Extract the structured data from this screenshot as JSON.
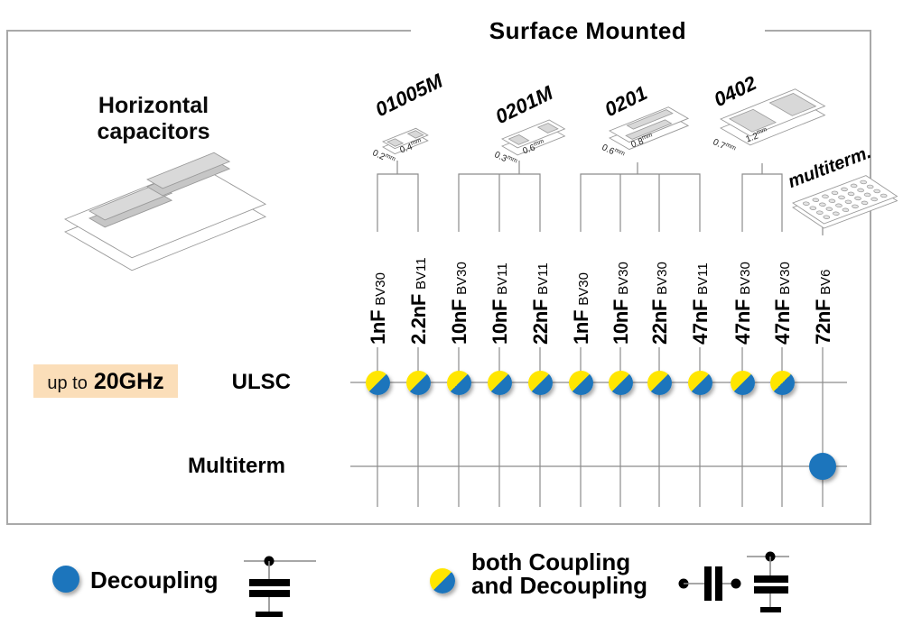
{
  "title": "Surface Mounted",
  "left_panel": {
    "heading_line1": "Horizontal",
    "heading_line2": "capacitors",
    "badge": {
      "prefix": "up to",
      "value": "20GHz"
    },
    "row_ulsc": "ULSC",
    "row_multiterm": "Multiterm"
  },
  "packages": [
    {
      "name": "01005M",
      "dim_a": "0.2",
      "dim_b": "0.4",
      "unit": "mm"
    },
    {
      "name": "0201M",
      "dim_a": "0.3",
      "dim_b": "0.6",
      "unit": "mm"
    },
    {
      "name": "0201",
      "dim_a": "0.6",
      "dim_b": "0.8",
      "unit": "mm"
    },
    {
      "name": "0402",
      "dim_a": "0.7",
      "dim_b": "1.2",
      "unit": "mm"
    },
    {
      "name": "multiterm."
    }
  ],
  "columns": [
    {
      "value": "1nF",
      "bv": "BV30",
      "package": "01005M",
      "row": "ULSC",
      "type": "both-coupling-decoupling"
    },
    {
      "value": "2.2nF",
      "bv": "BV11",
      "package": "01005M",
      "row": "ULSC",
      "type": "both-coupling-decoupling"
    },
    {
      "value": "10nF",
      "bv": "BV30",
      "package": "0201M",
      "row": "ULSC",
      "type": "both-coupling-decoupling"
    },
    {
      "value": "10nF",
      "bv": "BV11",
      "package": "0201M",
      "row": "ULSC",
      "type": "both-coupling-decoupling"
    },
    {
      "value": "22nF",
      "bv": "BV11",
      "package": "0201M",
      "row": "ULSC",
      "type": "both-coupling-decoupling"
    },
    {
      "value": "1nF",
      "bv": "BV30",
      "package": "0201",
      "row": "ULSC",
      "type": "both-coupling-decoupling"
    },
    {
      "value": "10nF",
      "bv": "BV30",
      "package": "0201",
      "row": "ULSC",
      "type": "both-coupling-decoupling"
    },
    {
      "value": "22nF",
      "bv": "BV30",
      "package": "0201",
      "row": "ULSC",
      "type": "both-coupling-decoupling"
    },
    {
      "value": "47nF",
      "bv": "BV11",
      "package": "0201",
      "row": "ULSC",
      "type": "both-coupling-decoupling"
    },
    {
      "value": "47nF",
      "bv": "BV30",
      "package": "0402",
      "row": "ULSC",
      "type": "both-coupling-decoupling"
    },
    {
      "value": "47nF",
      "bv": "BV30",
      "package": "0402",
      "row": "ULSC",
      "type": "both-coupling-decoupling"
    },
    {
      "value": "72nF",
      "bv": "BV6",
      "package": "multiterm.",
      "row": "Multiterm",
      "type": "decoupling"
    }
  ],
  "legend": {
    "decoupling_label": "Decoupling",
    "both_label_line1": "both Coupling",
    "both_label_line2": "and Decoupling"
  },
  "colors": {
    "blue": "#1c75bc",
    "yellow": "#ffe600",
    "badge_bg": "#fbdeb9",
    "line_gray": "#8c8c8c"
  }
}
